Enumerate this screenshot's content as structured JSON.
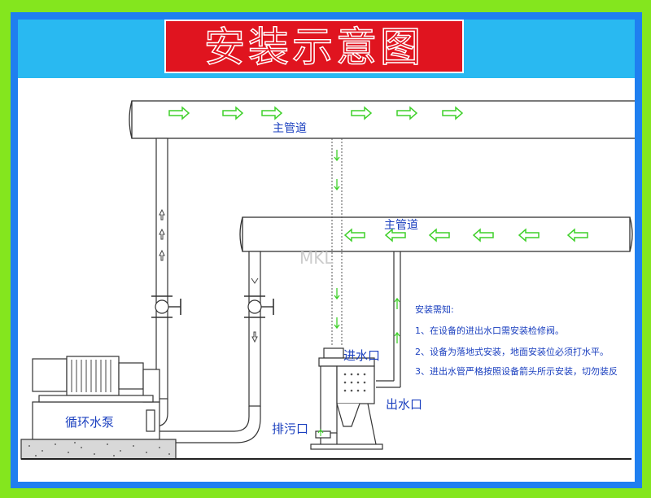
{
  "title": "安装示意图",
  "labels": {
    "main_pipe_top": "主管道",
    "main_pipe_lower": "主管道",
    "pump": "循环水泵",
    "inlet": "进水口",
    "outlet": "出水口",
    "drain": "排污口",
    "watermark": "MKL"
  },
  "notes": {
    "heading": "安装需知:",
    "items": [
      "1、在设备的进出水口需安装检修阀。",
      "2、设备为落地式安装，地面安装位必须打水平。",
      "3、进出水管严格按照设备箭头所示安装，切勿装反"
    ]
  },
  "colors": {
    "frame_green": "#84e61e",
    "frame_blue": "#1f7ff0",
    "header_band": "#29b9f1",
    "title_red": "#e0141f",
    "flow_arrow": "#3fd02a",
    "text_blue": "#1a3fbf"
  }
}
